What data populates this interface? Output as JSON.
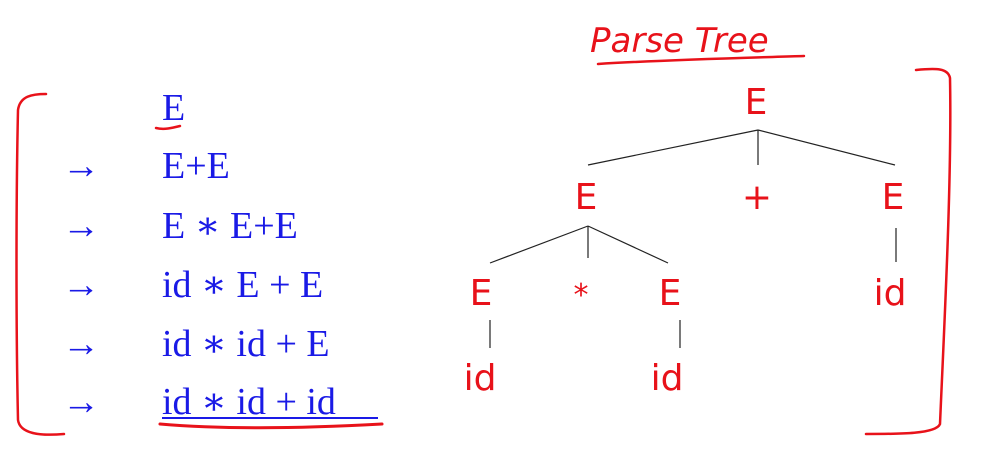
{
  "colors": {
    "derivation": "#1a1ae6",
    "tree": "#e8121a",
    "annotation": "#e8121a",
    "edge": "#222222",
    "background": "#ffffff"
  },
  "title": "Parse Tree",
  "derivation": {
    "arrow": "→",
    "steps": [
      "E",
      "E+E",
      "E ∗ E+E",
      "id ∗ E + E",
      "id ∗ id + E",
      "id ∗ id + id"
    ]
  },
  "tree": {
    "nodes": {
      "root": "E",
      "left": "E",
      "plus": "+",
      "right": "E",
      "ll": "E",
      "star": "*",
      "lr": "E",
      "rid": "id",
      "llid": "id",
      "lrid": "id"
    }
  }
}
